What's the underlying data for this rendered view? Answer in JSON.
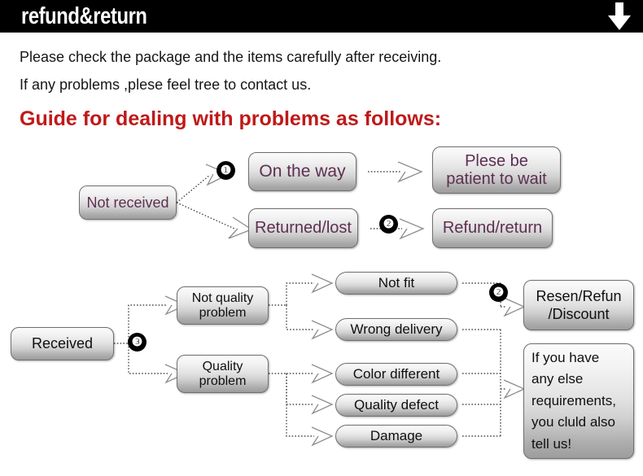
{
  "header": {
    "title": "refund&return",
    "arrow_icon": "arrow-down-icon"
  },
  "intro": {
    "line1": "Please check the package and the items carefully after receiving.",
    "line2": "If any problems ,plese feel tree to contact us.",
    "heading": "Guide for dealing with problems as follows:"
  },
  "colors": {
    "header_bg": "#000000",
    "header_text": "#ffffff",
    "heading_red": "#c01919",
    "box_text_purple": "#5d2f51",
    "box_text_dark": "#0f0f0f",
    "box_border": "#6f6f6f",
    "marker_bg": "#000000",
    "connector": "#4d4d4d"
  },
  "flow_top": {
    "source": "Not received",
    "markers": {
      "one": "❶",
      "two": "❷"
    },
    "branches": [
      {
        "cause": "On the way",
        "result": "Plese be\npatient to wait"
      },
      {
        "cause": "Returned/lost",
        "result": "Refund/return"
      }
    ]
  },
  "flow_bottom": {
    "source": "Received",
    "markers": {
      "three": "❸",
      "two": "❷"
    },
    "categories": [
      {
        "label": "Not quality\nproblem",
        "issues": [
          "Not fit",
          "Wrong delivery"
        ]
      },
      {
        "label": "Quality\nproblem",
        "issues": [
          "Color different",
          "Quality defect",
          "Damage"
        ]
      }
    ],
    "results": [
      "Resen/Refun\n/Discount",
      "If you have\nany else\nrequirements,\nyou cluld also\ntell us!"
    ]
  }
}
